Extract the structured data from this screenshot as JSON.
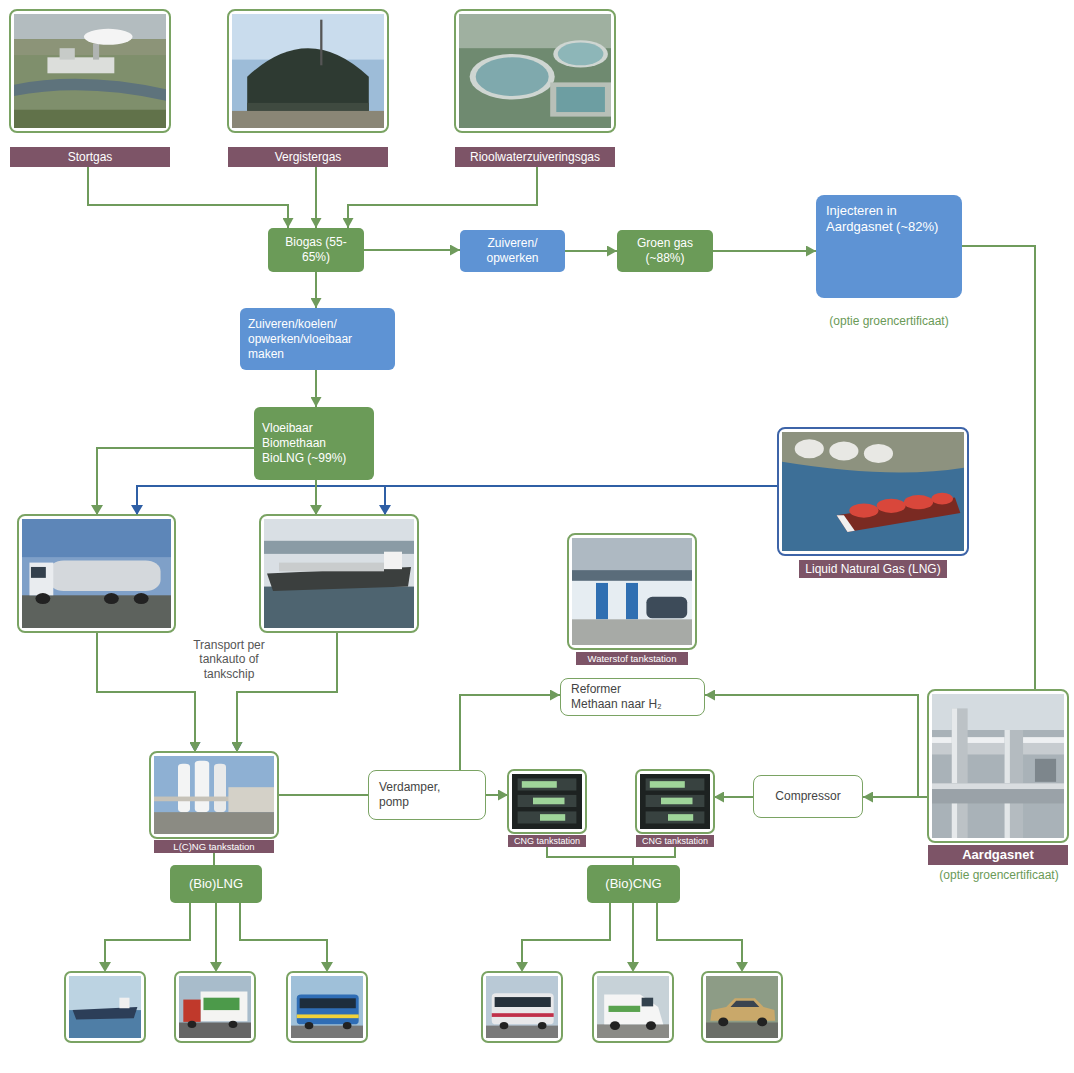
{
  "diagram": {
    "nodes": [
      {
        "text": [
          "Stortgas"
        ]
      },
      {
        "text": [
          "Vergistergas"
        ]
      },
      {
        "text": [
          "Rioolwaterzuiveringsgas"
        ]
      },
      {
        "text": [
          "Biogas (55-65%)"
        ]
      },
      {
        "text": [
          "Zuiveren/ opwerken"
        ]
      },
      {
        "text": [
          "Groen gas (~88%)"
        ]
      },
      {
        "text": [
          "Injecteren in Aardgasnet (~82%)"
        ]
      },
      {
        "text": [
          "Zuiveren/koelen/ opwerken/vloeibaar maken"
        ]
      },
      {
        "text": [
          "Vloeibaar Biomethaan BioLNG (~99%)"
        ]
      },
      {
        "text": [
          "Liquid Natural Gas (LNG)"
        ]
      },
      {
        "text": [
          "Waterstof tankstation"
        ]
      },
      {
        "text": [
          "Reformer Methaan naar H₂"
        ]
      },
      {
        "text": [
          "L(C)NG tankstation"
        ]
      },
      {
        "text": [
          "Verdamper, pomp"
        ]
      },
      {
        "text": [
          "CNG tankstation"
        ]
      },
      {
        "text": [
          "CNG tankstation"
        ]
      },
      {
        "text": [
          "Compressor"
        ]
      },
      {
        "text": [
          "Aardgasnet"
        ]
      },
      {
        "text": [
          "(Bio)LNG"
        ]
      },
      {
        "text": [
          "(Bio)CNG"
        ]
      }
    ],
    "edges": [
      {
        "from": 0,
        "to": 3,
        "arrow": "to"
      },
      {
        "from": 1,
        "to": 3,
        "arrow": "to"
      },
      {
        "from": 2,
        "to": 3,
        "arrow": "to"
      },
      {
        "from": 3,
        "to": 4,
        "arrow": "to"
      },
      {
        "from": 4,
        "to": 5,
        "arrow": "to"
      },
      {
        "from": 5,
        "to": 6,
        "arrow": "to"
      },
      {
        "from": 6,
        "to": 17,
        "arrow": "none"
      },
      {
        "from": 3,
        "to": 7,
        "arrow": "to"
      },
      {
        "from": 7,
        "to": 8,
        "arrow": "to"
      },
      {
        "from": 9,
        "to": 12,
        "arrow": "to"
      },
      {
        "from": 9,
        "to": 12,
        "arrow": "to"
      },
      {
        "from": 8,
        "to": 12,
        "arrow": "to"
      },
      {
        "from": 8,
        "to": 12,
        "arrow": "to"
      },
      {
        "from": 12,
        "to": 13,
        "arrow": "none"
      },
      {
        "from": 13,
        "to": 11,
        "arrow": "to"
      },
      {
        "from": 13,
        "to": 14,
        "arrow": "to"
      },
      {
        "from": 17,
        "to": 11,
        "arrow": "to"
      },
      {
        "from": 17,
        "to": 16,
        "arrow": "to"
      },
      {
        "from": 16,
        "to": 15,
        "arrow": "to"
      },
      {
        "from": 12,
        "to": 18,
        "arrow": "none"
      },
      {
        "from": 14,
        "to": 19,
        "arrow": "none"
      },
      {
        "from": 15,
        "to": 19,
        "arrow": "none"
      }
    ],
    "labels": [
      "Transport per tankauto of tankschip",
      "(optie groencertificaat)",
      "(optie groencertificaat)"
    ]
  }
}
